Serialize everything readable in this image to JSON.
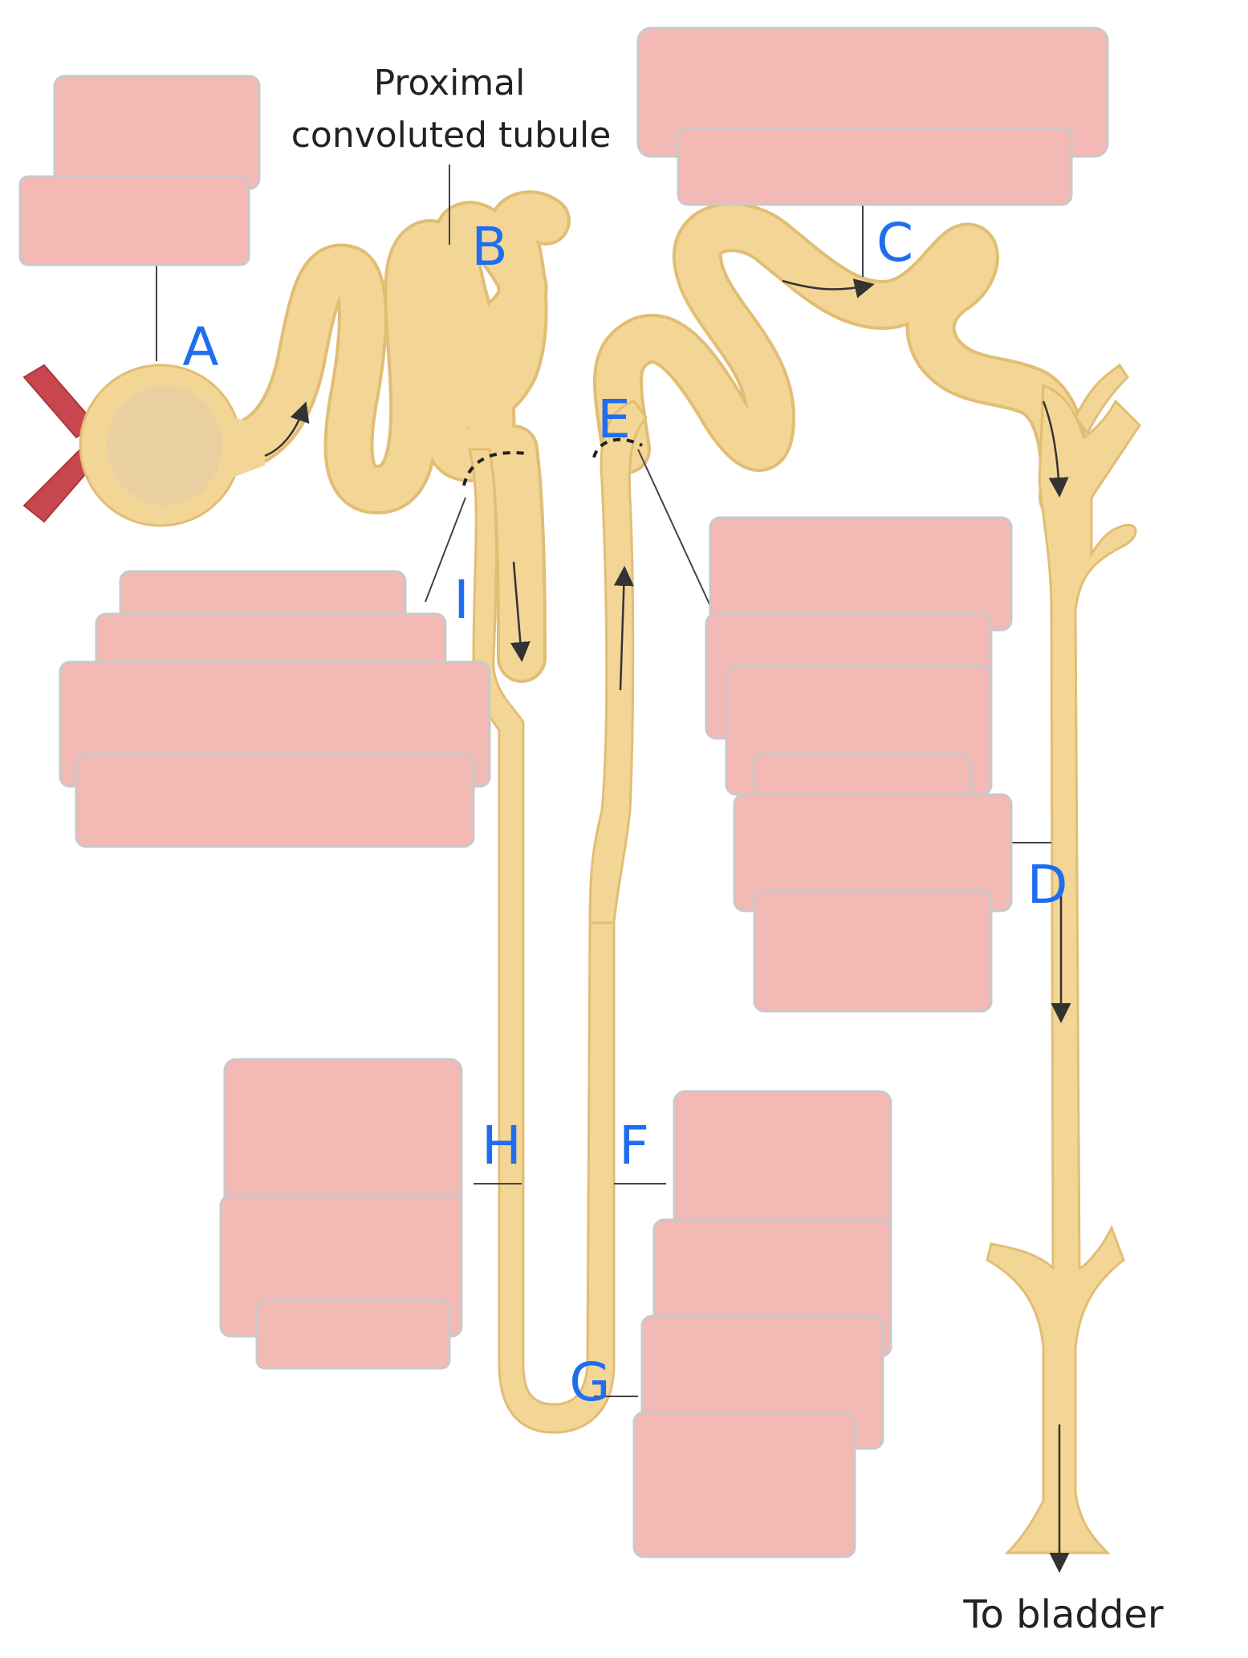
{
  "colors": {
    "tubule_fill": "#f3d596",
    "tubule_stroke": "#e2bd74",
    "vessel": "#c8474f",
    "glomerulus": "#ead0a0",
    "redaction": "#f2b9b5",
    "redaction_edge": "#b8b8b8",
    "leader_line": "#444444",
    "handwriting_blue": "#1f6ef0",
    "text_dark": "#222222"
  },
  "printed_labels": {
    "proximal_line1": "Proximal",
    "proximal_line2": "convoluted tubule",
    "to_bladder": "To bladder"
  },
  "letters": {
    "a": "A",
    "b": "B",
    "c": "C",
    "d": "D",
    "e": "E",
    "f": "F",
    "g": "G",
    "h": "H",
    "i": "I"
  },
  "redacted_labels": [
    "label-box-a",
    "label-box-c",
    "label-box-i",
    "label-box-e",
    "label-box-d",
    "label-box-h",
    "label-box-g"
  ]
}
